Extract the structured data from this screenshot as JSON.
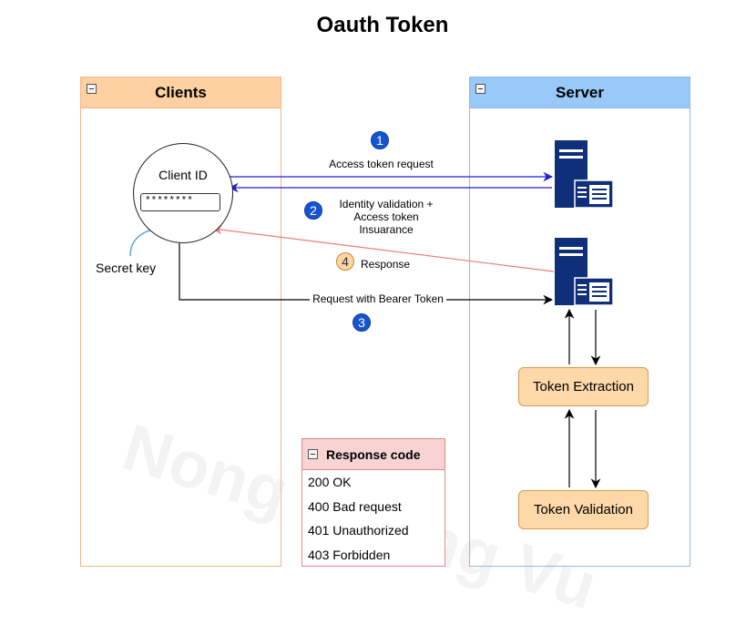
{
  "title": "Oauth Token",
  "lanes": {
    "clients": {
      "label": "Clients"
    },
    "server": {
      "label": "Server"
    }
  },
  "client": {
    "id_label": "Client ID",
    "password_value": "********",
    "secret_label": "Secret key"
  },
  "steps": [
    {
      "number": "1",
      "label": "Access token request"
    },
    {
      "number": "2",
      "label_lines": [
        "Identity validation +",
        "Access token",
        "Insuarance"
      ]
    },
    {
      "number": "3",
      "label": "Request with Bearer Token"
    },
    {
      "number": "4",
      "label": "Response"
    }
  ],
  "server_flow": {
    "extraction": "Token Extraction",
    "validation": "Token Validation"
  },
  "response_codes": {
    "title": "Response code",
    "rows": [
      "200 OK",
      "400 Bad request",
      "401 Unauthorized",
      "403 Forbidden"
    ]
  },
  "watermark": "Nong Hoang Vu",
  "colors": {
    "request_arrow": "#1f1fd6",
    "response_arrow": "#f07a7a",
    "server_icon": "#0f2f7a",
    "badge_blue": "#1553d1",
    "badge_orange": "#fcd6a3"
  },
  "icons": [
    "collapse-icon",
    "server-icon",
    "password-field"
  ]
}
